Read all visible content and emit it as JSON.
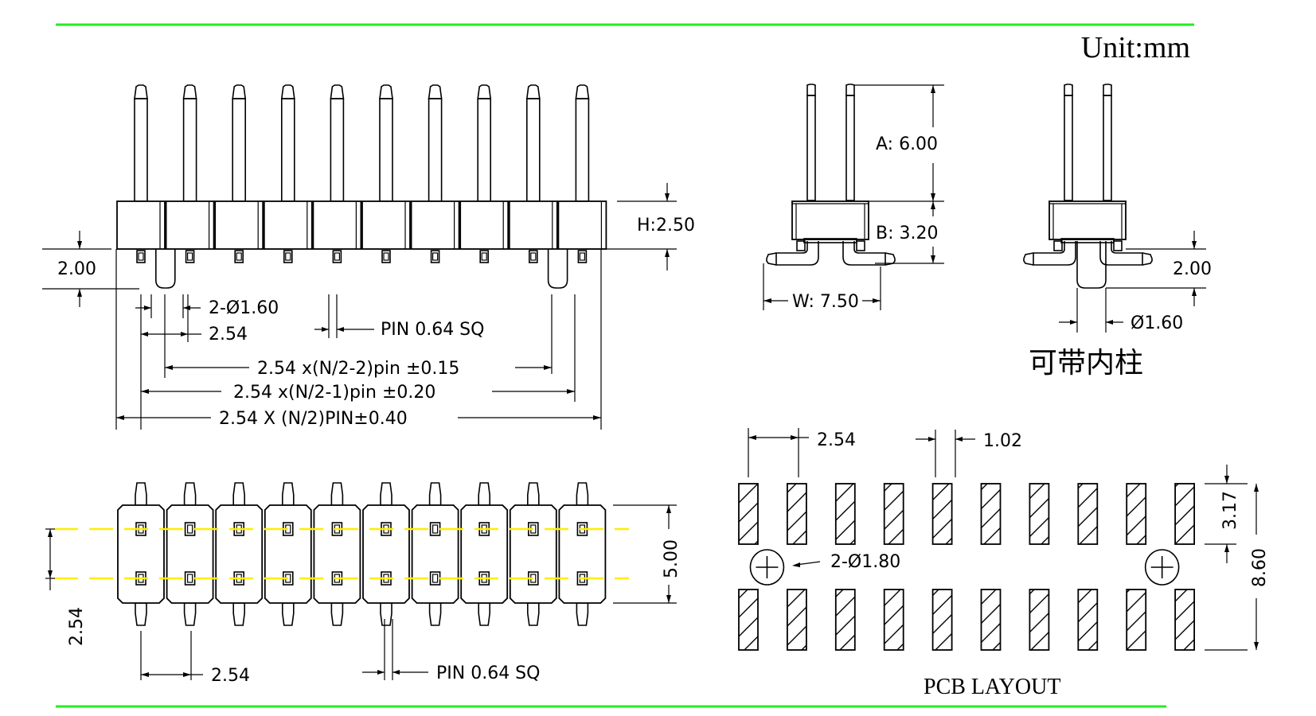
{
  "drawing": {
    "unit_label": "Unit:mm",
    "pin_count_per_row": 10,
    "colors": {
      "frame_line": "#22ee22",
      "centerline": "#ffee00",
      "ink": "#000000"
    }
  },
  "front_view": {
    "h_label": "H:2.50",
    "post_height": "2.00",
    "post_dia": "2-Ø1.60",
    "pitch": "2.54",
    "pin_size": "PIN 0.64 SQ",
    "dim_n2_2": "2.54 x(N/2-2)pin ±0.15",
    "dim_n2_1": "2.54 x(N/2-1)pin ±0.20",
    "dim_n2": "2.54 X (N/2)PIN±0.40"
  },
  "side_view": {
    "a_label": "A: 6.00",
    "b_label": "B: 3.20",
    "w_label": "W: 7.50"
  },
  "side_view_post": {
    "post_height": "2.00",
    "post_dia": "Ø1.60",
    "caption": "可带内柱"
  },
  "top_view": {
    "row_pitch": "2.54",
    "body_width": "5.00",
    "pitch": "2.54",
    "pin_size": "PIN 0.64 SQ"
  },
  "pcb_layout": {
    "pitch": "2.54",
    "pad_width": "1.02",
    "hole_dia": "2-Ø1.80",
    "pad_length": "3.17",
    "overall": "8.60",
    "caption": "PCB LAYOUT"
  }
}
